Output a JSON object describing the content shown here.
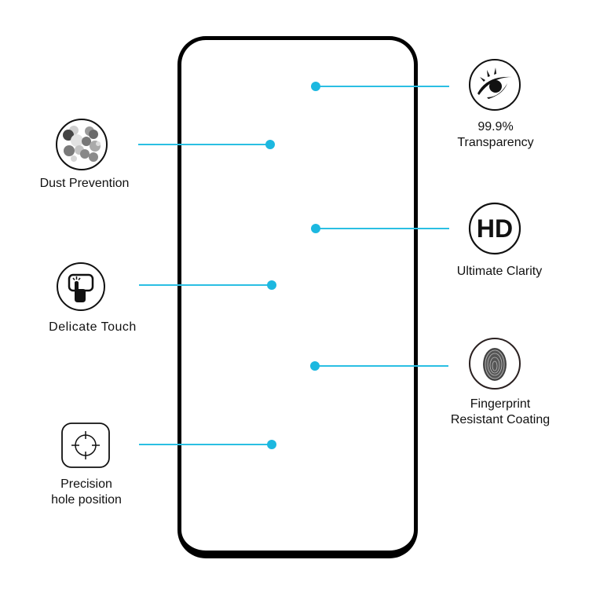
{
  "diagram": {
    "accent_color": "#1cb8e0",
    "frame": {
      "shape": "phone-screen-protector-outline"
    },
    "features_left": [
      {
        "icon": "dust-icon",
        "label": "Dust Prevention"
      },
      {
        "icon": "touch-icon",
        "label": "Delicate Touch"
      },
      {
        "icon": "crosshair-icon",
        "label_line1": "Precision",
        "label_line2": "hole position"
      }
    ],
    "features_right": [
      {
        "icon": "eye-icon",
        "label_line1": "99.9%",
        "label_line2": "Transparency"
      },
      {
        "icon": "hd-icon",
        "icon_text": "HD",
        "label": "Ultimate Clarity"
      },
      {
        "icon": "fingerprint-icon",
        "label_line1": "Fingerprint",
        "label_line2": "Resistant Coating"
      }
    ]
  }
}
